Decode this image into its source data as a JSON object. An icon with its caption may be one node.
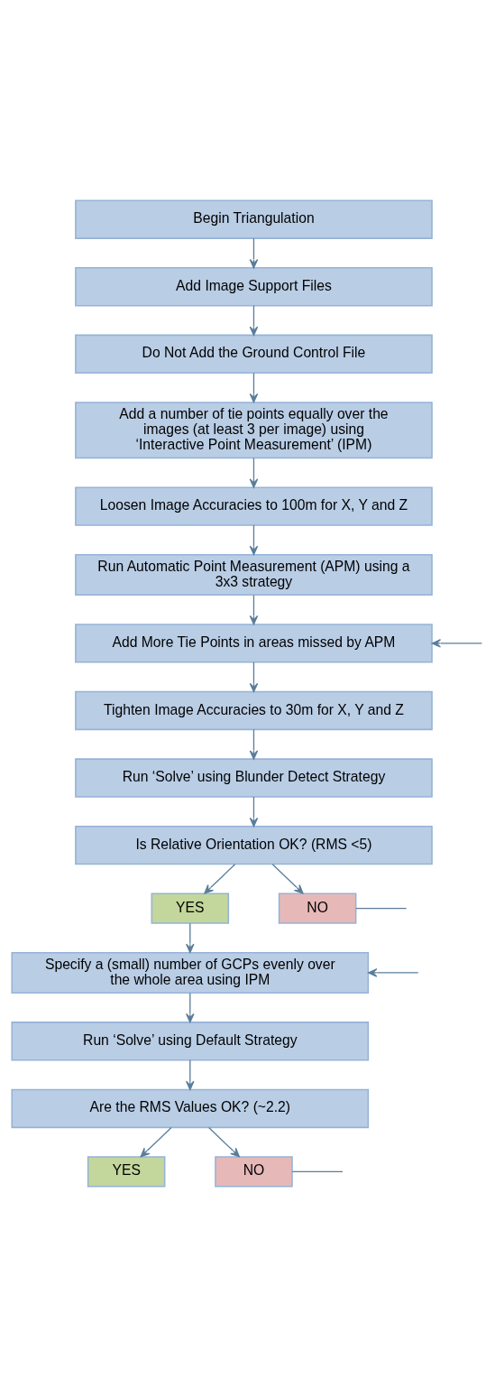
{
  "diagram": {
    "nodes": [
      {
        "text": [
          "Begin Triangulation"
        ]
      },
      {
        "text": [
          "Add Image Support Files"
        ]
      },
      {
        "text": [
          "Do Not Add the Ground Control File"
        ]
      },
      {
        "text": [
          "Add a number of tie points equally over the images (at least 3 per image) using ‘Interactive Point Measurement’ (IPM)"
        ]
      },
      {
        "text": [
          "Loosen Image Accuracies to 100m for X, Y and Z"
        ]
      },
      {
        "text": [
          "Run Automatic Point Measurement (APM) using a 3x3 strategy"
        ]
      },
      {
        "text": [
          "Add More Tie Points in areas missed by APM"
        ]
      },
      {
        "text": [
          "Tighten Image Accuracies to 30m for X, Y and Z"
        ]
      },
      {
        "text": [
          "Run ‘Solve’ using Blunder Detect Strategy"
        ]
      },
      {
        "text": [
          "Is Relative Orientation OK? (RMS <5)"
        ]
      },
      {
        "text": [
          "YES"
        ]
      },
      {
        "text": [
          "NO"
        ]
      },
      {
        "text": [
          "Specify a (small) number of GCPs evenly over the whole area using IPM"
        ]
      },
      {
        "text": [
          "Run ‘Solve’ using Default Strategy"
        ]
      },
      {
        "text": [
          "Are the RMS Values OK? (~2.2)"
        ]
      },
      {
        "text": [
          "YES"
        ]
      },
      {
        "text": [
          "NO"
        ]
      }
    ],
    "edges": [
      {
        "from": 0,
        "to": 1,
        "arrow": "to"
      },
      {
        "from": 1,
        "to": 2,
        "arrow": "to"
      },
      {
        "from": 2,
        "to": 3,
        "arrow": "to"
      },
      {
        "from": 3,
        "to": 4,
        "arrow": "to"
      },
      {
        "from": 4,
        "to": 5,
        "arrow": "to"
      },
      {
        "from": 5,
        "to": 6,
        "arrow": "to"
      },
      {
        "from": null,
        "to": 6,
        "arrow": "to"
      },
      {
        "from": 6,
        "to": 7,
        "arrow": "to"
      },
      {
        "from": 7,
        "to": 8,
        "arrow": "to"
      },
      {
        "from": 8,
        "to": 9,
        "arrow": "to"
      },
      {
        "from": 9,
        "to": 10,
        "arrow": "to"
      },
      {
        "from": 9,
        "to": 11,
        "arrow": "to"
      },
      {
        "from": 11,
        "to": null,
        "arrow": "none"
      },
      {
        "from": 10,
        "to": 12,
        "arrow": "to"
      },
      {
        "from": null,
        "to": 12,
        "arrow": "to"
      },
      {
        "from": 12,
        "to": 13,
        "arrow": "to"
      },
      {
        "from": 13,
        "to": 14,
        "arrow": "to"
      },
      {
        "from": 14,
        "to": 15,
        "arrow": "to"
      },
      {
        "from": 14,
        "to": 16,
        "arrow": "to"
      },
      {
        "from": 16,
        "to": null,
        "arrow": "none"
      }
    ]
  }
}
